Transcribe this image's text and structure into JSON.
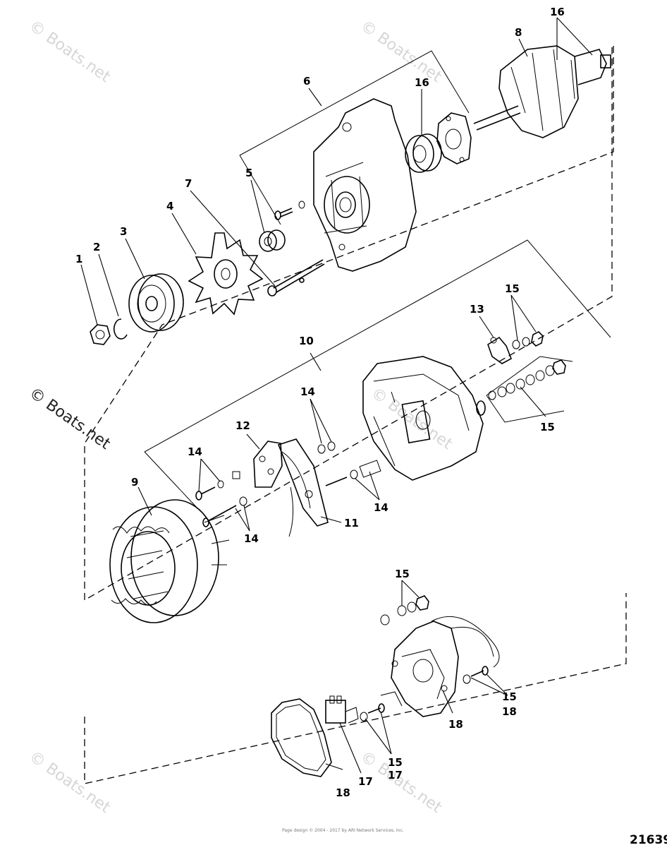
{
  "watermarks": {
    "top_left": "© Boats.net",
    "top_center": "© Boats.net",
    "middle_left": "© Boats.net",
    "middle_center": "© Boats.net",
    "bottom_left": "© Boats.net",
    "bottom_center": "© Boats.net"
  },
  "figure_number": "21639",
  "footer": {
    "line1": "Page design © 2004 - 2017 by ARI Network Services, Inc."
  },
  "callouts": {
    "c1": "1",
    "c2": "2",
    "c3": "3",
    "c4": "4",
    "c5": "5",
    "c6": "6",
    "c7": "7",
    "c8": "8",
    "c9": "9",
    "c10": "10",
    "c11": "11",
    "c12": "12",
    "c13": "13",
    "c14a": "14",
    "c14b": "14",
    "c14c": "14",
    "c14d": "14",
    "c15a": "15",
    "c15b": "15",
    "c15c": "15",
    "c15d": "15",
    "c15e": "15",
    "c16a": "16",
    "c16b": "16",
    "c17a": "17",
    "c17b": "17",
    "c18a": "18",
    "c18b": "18",
    "c18c": "18"
  }
}
